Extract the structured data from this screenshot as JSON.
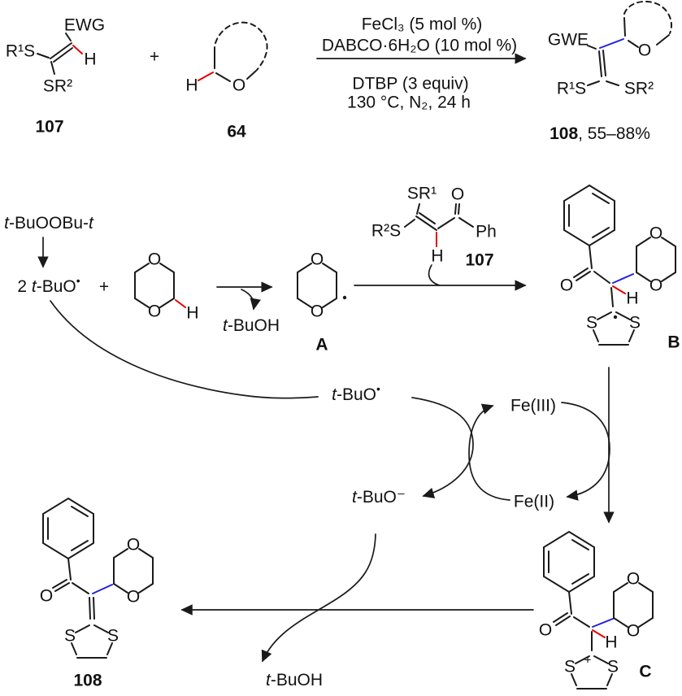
{
  "atoms": {
    "O": "O",
    "S": "S",
    "H": "H",
    "plus_charge": "+"
  },
  "colors": {
    "red": "#e60000",
    "blue": "#2323dd",
    "ink": "#1a1a1a"
  },
  "top": {
    "r107": {
      "ewg": "EWG",
      "r1s": "R¹S",
      "sr2": "SR²",
      "h": "H",
      "num": "107"
    },
    "plus": "+",
    "r64": {
      "h": "H",
      "o": "O",
      "num": "64"
    },
    "cond": {
      "above1": "FeCl₃ (5 mol %)",
      "above2": "DABCO·6H₂O (10 mol %)",
      "below1": "DTBP (3 equiv)",
      "below2": "130 °C, N₂, 24 h"
    },
    "p108": {
      "gwe": "GWE",
      "r1s": "R¹S",
      "sr2": "SR²",
      "o": "O",
      "label": [
        {
          "t": "108",
          "b": true
        },
        {
          "t": ", 55–88%"
        }
      ]
    }
  },
  "mech": {
    "dtbp": [
      {
        "t": "t",
        "i": true
      },
      {
        "t": "-BuOOBu-"
      },
      {
        "t": "t",
        "i": true
      }
    ],
    "two_tbuo": [
      {
        "t": "2 "
      },
      {
        "t": "t",
        "i": true
      },
      {
        "t": "-BuO"
      },
      {
        "t": "•",
        "sup": true
      }
    ],
    "plus": "+",
    "tbuoh_a": [
      {
        "t": "t",
        "i": true
      },
      {
        "t": "-BuOH"
      }
    ],
    "a_label": "A",
    "m107": {
      "sr1": "SR¹",
      "r2s": "R²S",
      "o": "O",
      "h": "H",
      "ph": "Ph",
      "num": "107"
    },
    "b_label": "B",
    "tbuo": [
      {
        "t": "t",
        "i": true
      },
      {
        "t": "-BuO"
      },
      {
        "t": "•",
        "sup": true
      }
    ],
    "fe3": "Fe(III)",
    "fe2": "Fe(II)",
    "tbuo_anion": [
      {
        "t": "t",
        "i": true
      },
      {
        "t": "-BuO⁻"
      }
    ],
    "tbuoh_b": [
      {
        "t": "t",
        "i": true
      },
      {
        "t": "-BuOH"
      }
    ],
    "c_label": "C",
    "p108_num": "108"
  }
}
